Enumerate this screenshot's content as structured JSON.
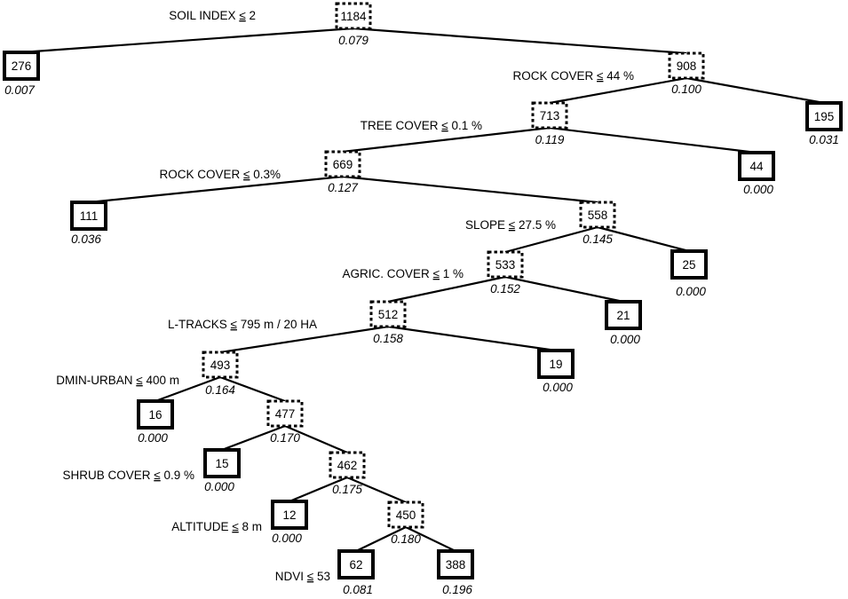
{
  "diagram": {
    "type": "decision-tree",
    "nodes": [
      {
        "id": "n1184",
        "count": "1184",
        "rate": "0.079",
        "kind": "internal",
        "split": "SOIL INDEX",
        "op": "≤",
        "threshold": " 2"
      },
      {
        "id": "n276",
        "count": "276",
        "rate": "0.007",
        "kind": "leaf"
      },
      {
        "id": "n908",
        "count": "908",
        "rate": "0.100",
        "kind": "internal",
        "split": "ROCK COVER",
        "op": "≤",
        "threshold": " 44 %"
      },
      {
        "id": "n195",
        "count": "195",
        "rate": "0.031",
        "kind": "leaf"
      },
      {
        "id": "n713",
        "count": "713",
        "rate": "0.119",
        "kind": "internal",
        "split": "TREE COVER",
        "op": "≤",
        "threshold": " 0.1 %"
      },
      {
        "id": "n44",
        "count": "44",
        "rate": "0.000",
        "kind": "leaf"
      },
      {
        "id": "n669",
        "count": "669",
        "rate": "0.127",
        "kind": "internal",
        "split": "ROCK COVER",
        "op": "≤",
        "threshold": " 0.3%"
      },
      {
        "id": "n111",
        "count": "111",
        "rate": "0.036",
        "kind": "leaf"
      },
      {
        "id": "n558",
        "count": "558",
        "rate": "0.145",
        "kind": "internal",
        "split": "SLOPE",
        "op": "≤",
        "threshold": " 27.5 %"
      },
      {
        "id": "n25",
        "count": "25",
        "rate": "0.000",
        "kind": "leaf"
      },
      {
        "id": "n533",
        "count": "533",
        "rate": "0.152",
        "kind": "internal",
        "split": "AGRIC. COVER",
        "op": "≤",
        "threshold": " 1 %"
      },
      {
        "id": "n21",
        "count": "21",
        "rate": "0.000",
        "kind": "leaf"
      },
      {
        "id": "n512",
        "count": "512",
        "rate": "0.158",
        "kind": "internal",
        "split": "L-TRACKS",
        "op": "≤",
        "threshold": " 795 m / 20 HA"
      },
      {
        "id": "n19",
        "count": "19",
        "rate": "0.000",
        "kind": "leaf"
      },
      {
        "id": "n493",
        "count": "493",
        "rate": "0.164",
        "kind": "internal",
        "split": "DMIN-URBAN",
        "op": "≤",
        "threshold": " 400 m"
      },
      {
        "id": "n16",
        "count": "16",
        "rate": "0.000",
        "kind": "leaf"
      },
      {
        "id": "n477",
        "count": "477",
        "rate": "0.170",
        "kind": "internal",
        "split": "SHRUB COVER",
        "op": "≤",
        "threshold": " 0.9 %"
      },
      {
        "id": "n15",
        "count": "15",
        "rate": "0.000",
        "kind": "leaf"
      },
      {
        "id": "n462",
        "count": "462",
        "rate": "0.175",
        "kind": "internal",
        "split": "ALTITUDE",
        "op": "≤",
        "threshold": " 8 m"
      },
      {
        "id": "n12",
        "count": "12",
        "rate": "0.000",
        "kind": "leaf"
      },
      {
        "id": "n450",
        "count": "450",
        "rate": "0.180",
        "kind": "internal",
        "split": "NDVI",
        "op": "≤",
        "threshold": " 53"
      },
      {
        "id": "n62",
        "count": "62",
        "rate": "0.081",
        "kind": "leaf"
      },
      {
        "id": "n388",
        "count": "388",
        "rate": "0.196",
        "kind": "leaf"
      }
    ],
    "edges": [
      [
        "n1184",
        "n276"
      ],
      [
        "n1184",
        "n908"
      ],
      [
        "n908",
        "n713"
      ],
      [
        "n908",
        "n195"
      ],
      [
        "n713",
        "n669"
      ],
      [
        "n713",
        "n44"
      ],
      [
        "n669",
        "n111"
      ],
      [
        "n669",
        "n558"
      ],
      [
        "n558",
        "n533"
      ],
      [
        "n558",
        "n25"
      ],
      [
        "n533",
        "n512"
      ],
      [
        "n533",
        "n21"
      ],
      [
        "n512",
        "n493"
      ],
      [
        "n512",
        "n19"
      ],
      [
        "n493",
        "n16"
      ],
      [
        "n493",
        "n477"
      ],
      [
        "n477",
        "n15"
      ],
      [
        "n477",
        "n462"
      ],
      [
        "n462",
        "n12"
      ],
      [
        "n462",
        "n450"
      ],
      [
        "n450",
        "n62"
      ],
      [
        "n450",
        "n388"
      ]
    ]
  }
}
